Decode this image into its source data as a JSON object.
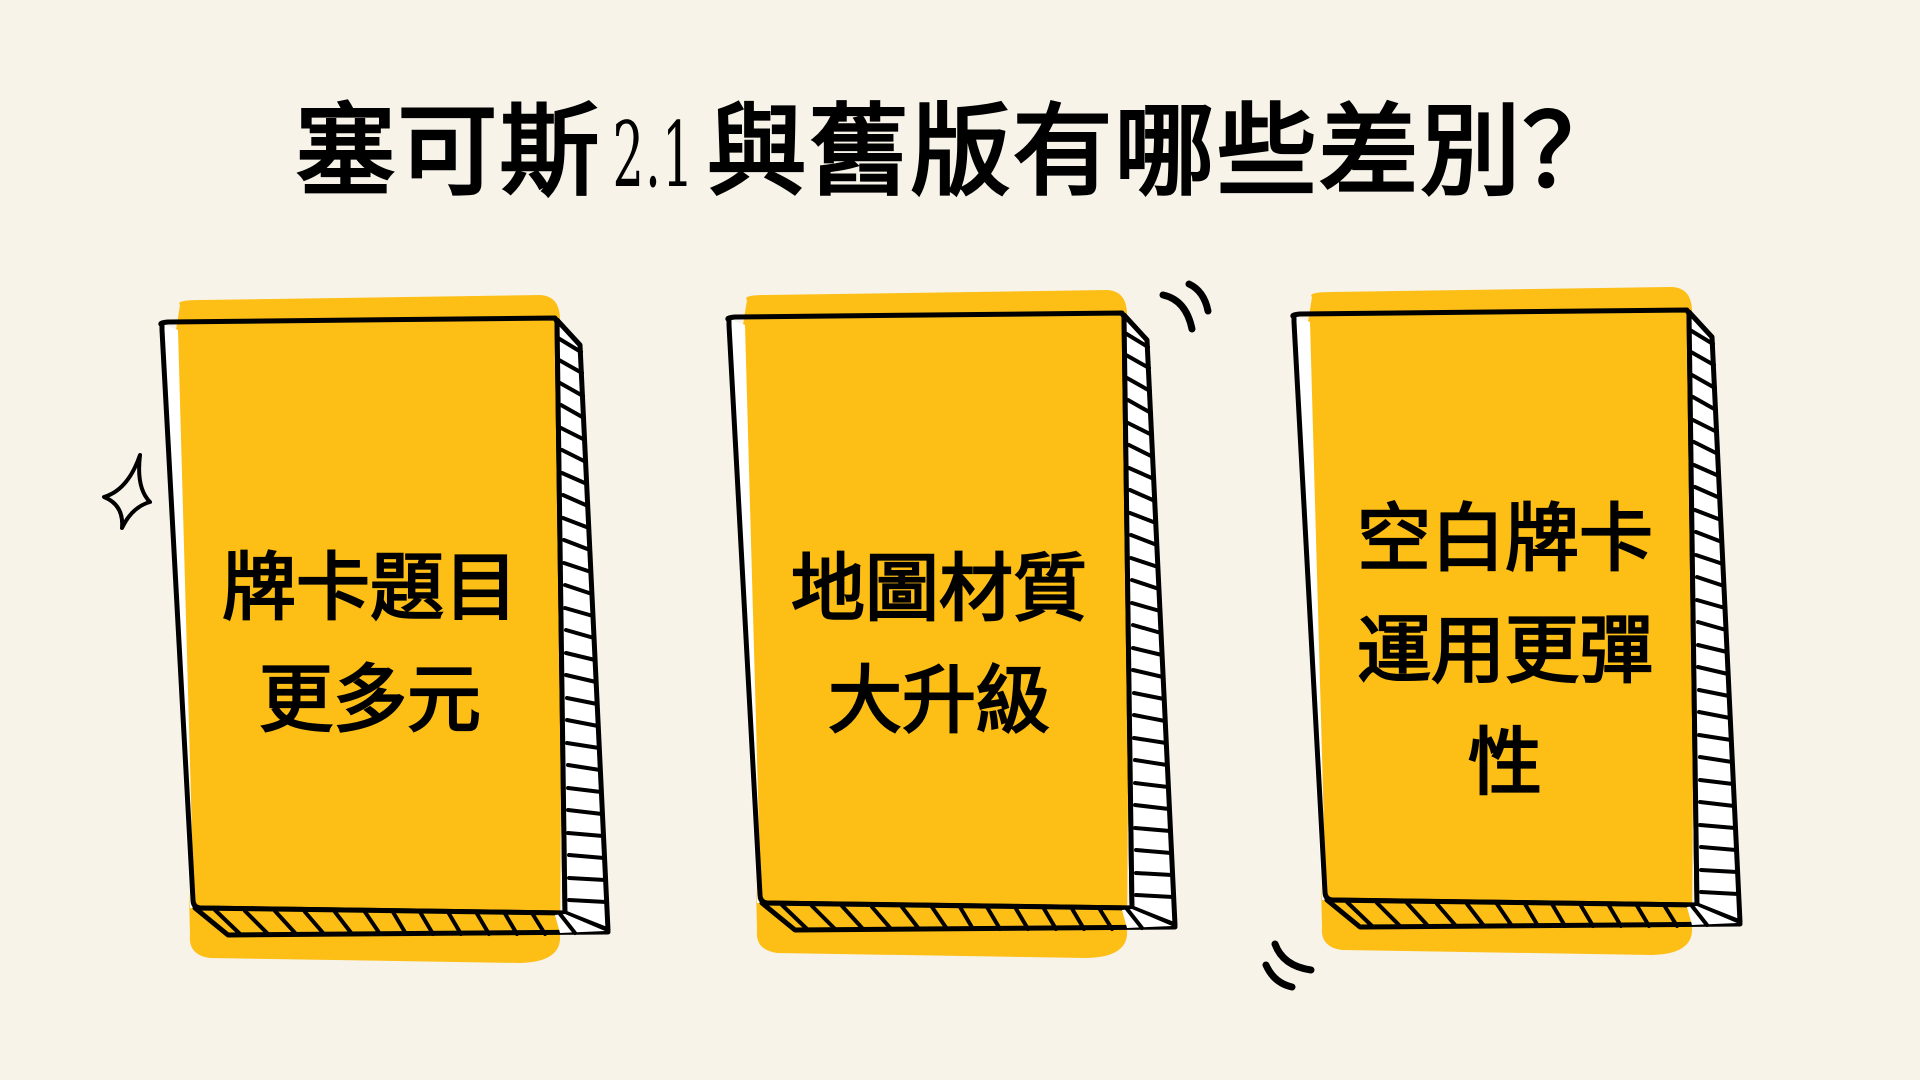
{
  "title": {
    "prefix": "塞可斯",
    "version": "2.1",
    "suffix": "與舊版有哪些差別？"
  },
  "cards": [
    {
      "lines": [
        "牌卡題目",
        "更多元"
      ]
    },
    {
      "lines": [
        "地圖材質",
        "大升級"
      ]
    },
    {
      "lines": [
        "空白牌卡",
        "運用更彈",
        "性"
      ]
    }
  ],
  "colors": {
    "background": "#F7F3E8",
    "card_fill": "#FDBE15",
    "ink": "#000000"
  },
  "decorations": [
    "sparkle-icon",
    "motion-lines-icon-top",
    "motion-lines-icon-bottom"
  ]
}
